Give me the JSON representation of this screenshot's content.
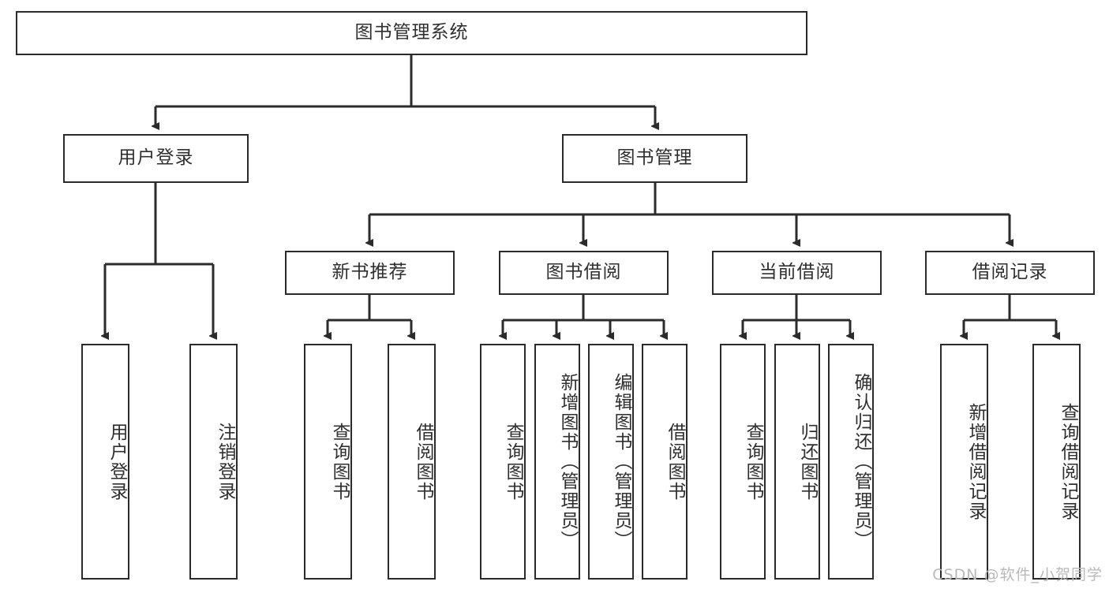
{
  "diagram": {
    "title_node": {
      "label": "图书管理系统"
    },
    "level2": [
      {
        "id": "user-login",
        "label": "用户登录"
      },
      {
        "id": "book-management",
        "label": "图书管理"
      }
    ],
    "level3": [
      {
        "id": "new-book-recommend",
        "label": "新书推荐"
      },
      {
        "id": "book-borrow",
        "label": "图书借阅"
      },
      {
        "id": "current-borrow",
        "label": "当前借阅"
      },
      {
        "id": "borrow-record",
        "label": "借阅记录"
      }
    ],
    "leaves": [
      {
        "id": "user-login-leaf",
        "label": "用户登录"
      },
      {
        "id": "logout-leaf",
        "label": "注销登录"
      },
      {
        "id": "query-book-recommend",
        "label": "查询图书"
      },
      {
        "id": "borrow-book-recommend",
        "label": "借阅图书"
      },
      {
        "id": "query-book-borrow",
        "label": "查询图书"
      },
      {
        "id": "add-book-admin",
        "label": "新增图书（管理员）"
      },
      {
        "id": "edit-book-admin",
        "label": "编辑图书（管理员）"
      },
      {
        "id": "borrow-book",
        "label": "借阅图书"
      },
      {
        "id": "query-book-current",
        "label": "查询图书"
      },
      {
        "id": "return-book",
        "label": "归还图书"
      },
      {
        "id": "confirm-return-admin",
        "label": "确认归还（管理员）"
      },
      {
        "id": "add-borrow-record",
        "label": "新增借阅记录"
      },
      {
        "id": "query-borrow-record",
        "label": "查询借阅记录"
      }
    ],
    "watermark": "CSDN @软件_小贺同学",
    "colors": {
      "stroke": "#2b2b2b",
      "text": "#2f2f2f",
      "background": "#ffffff",
      "watermark": "#b9b9b9"
    }
  }
}
